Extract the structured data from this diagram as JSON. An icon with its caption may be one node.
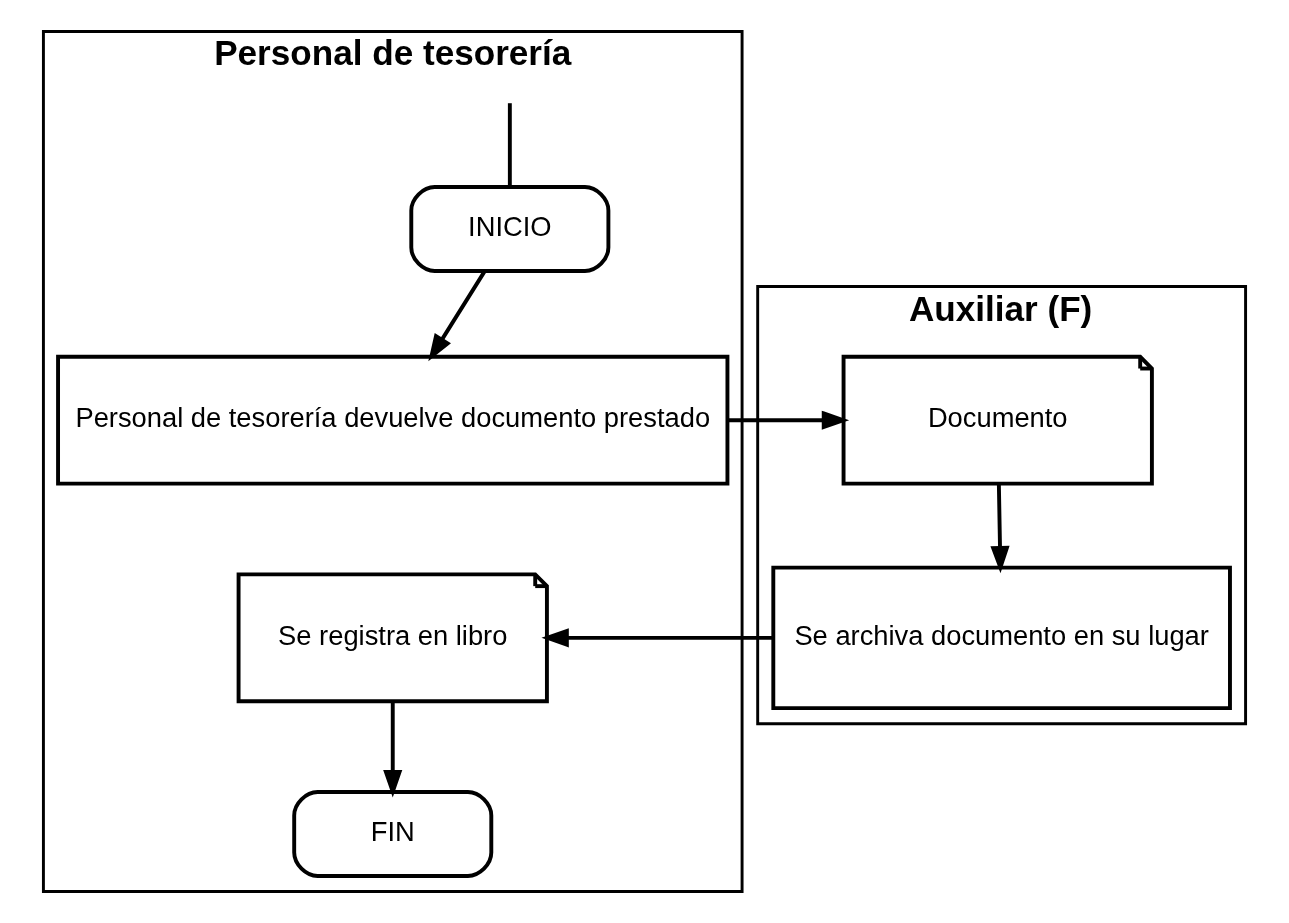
{
  "diagram": {
    "nodes": [
      {
        "text": [
          "Personal de tesorería"
        ]
      },
      {
        "text": [
          "Auxiliar (F)"
        ]
      },
      {
        "text": [
          "INICIO"
        ],
        "in": 0
      },
      {
        "text": [
          "Personal de tesorería devuelve documento prestado"
        ],
        "in": 0
      },
      {
        "text": [
          "Documento"
        ],
        "in": 1
      },
      {
        "text": [
          "Se archiva documento en su lugar"
        ],
        "in": 1
      },
      {
        "text": [
          "Se registra en libro"
        ],
        "in": 0
      },
      {
        "text": [
          "FIN"
        ],
        "in": 0
      }
    ],
    "edges": [
      {
        "from": null,
        "to": 2,
        "arrow": "none"
      },
      {
        "from": 2,
        "to": 3,
        "arrow": "to"
      },
      {
        "from": 3,
        "to": 4,
        "arrow": "to"
      },
      {
        "from": 4,
        "to": 5,
        "arrow": "to"
      },
      {
        "from": 5,
        "to": 6,
        "arrow": "to"
      },
      {
        "from": 6,
        "to": 7,
        "arrow": "to"
      }
    ]
  }
}
